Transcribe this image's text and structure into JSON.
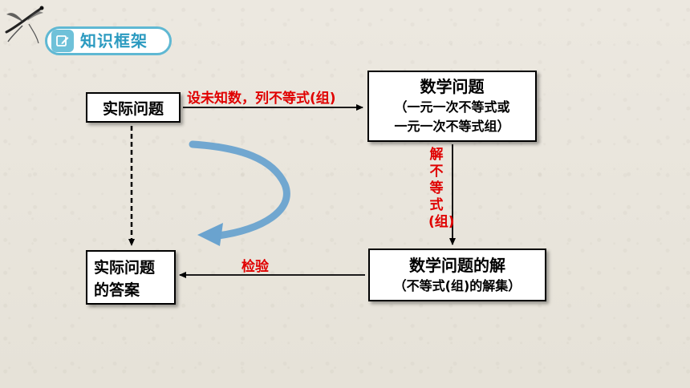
{
  "header": {
    "title": "知识框架",
    "icon": "edit-note-icon"
  },
  "diagram": {
    "nodes": {
      "actual_problem": "实际问题",
      "math_problem_title": "数学问题",
      "math_problem_sub1": "（一元一次不等式或",
      "math_problem_sub2": "一元一次不等式组）",
      "math_solution_title": "数学问题的解",
      "math_solution_sub": "（不等式(组)的解集）",
      "answer_line1": "实际问题",
      "answer_line2": "的答案"
    },
    "edges": {
      "formulate": "设未知数，列不等式(组)",
      "solve": "解不等式(组)",
      "verify": "检验"
    }
  },
  "colors": {
    "accent": "#5fb8d3",
    "badge_text": "#2b9ac0",
    "edge_label": "#e00000",
    "curved_arrow": "#6aa3cf"
  }
}
